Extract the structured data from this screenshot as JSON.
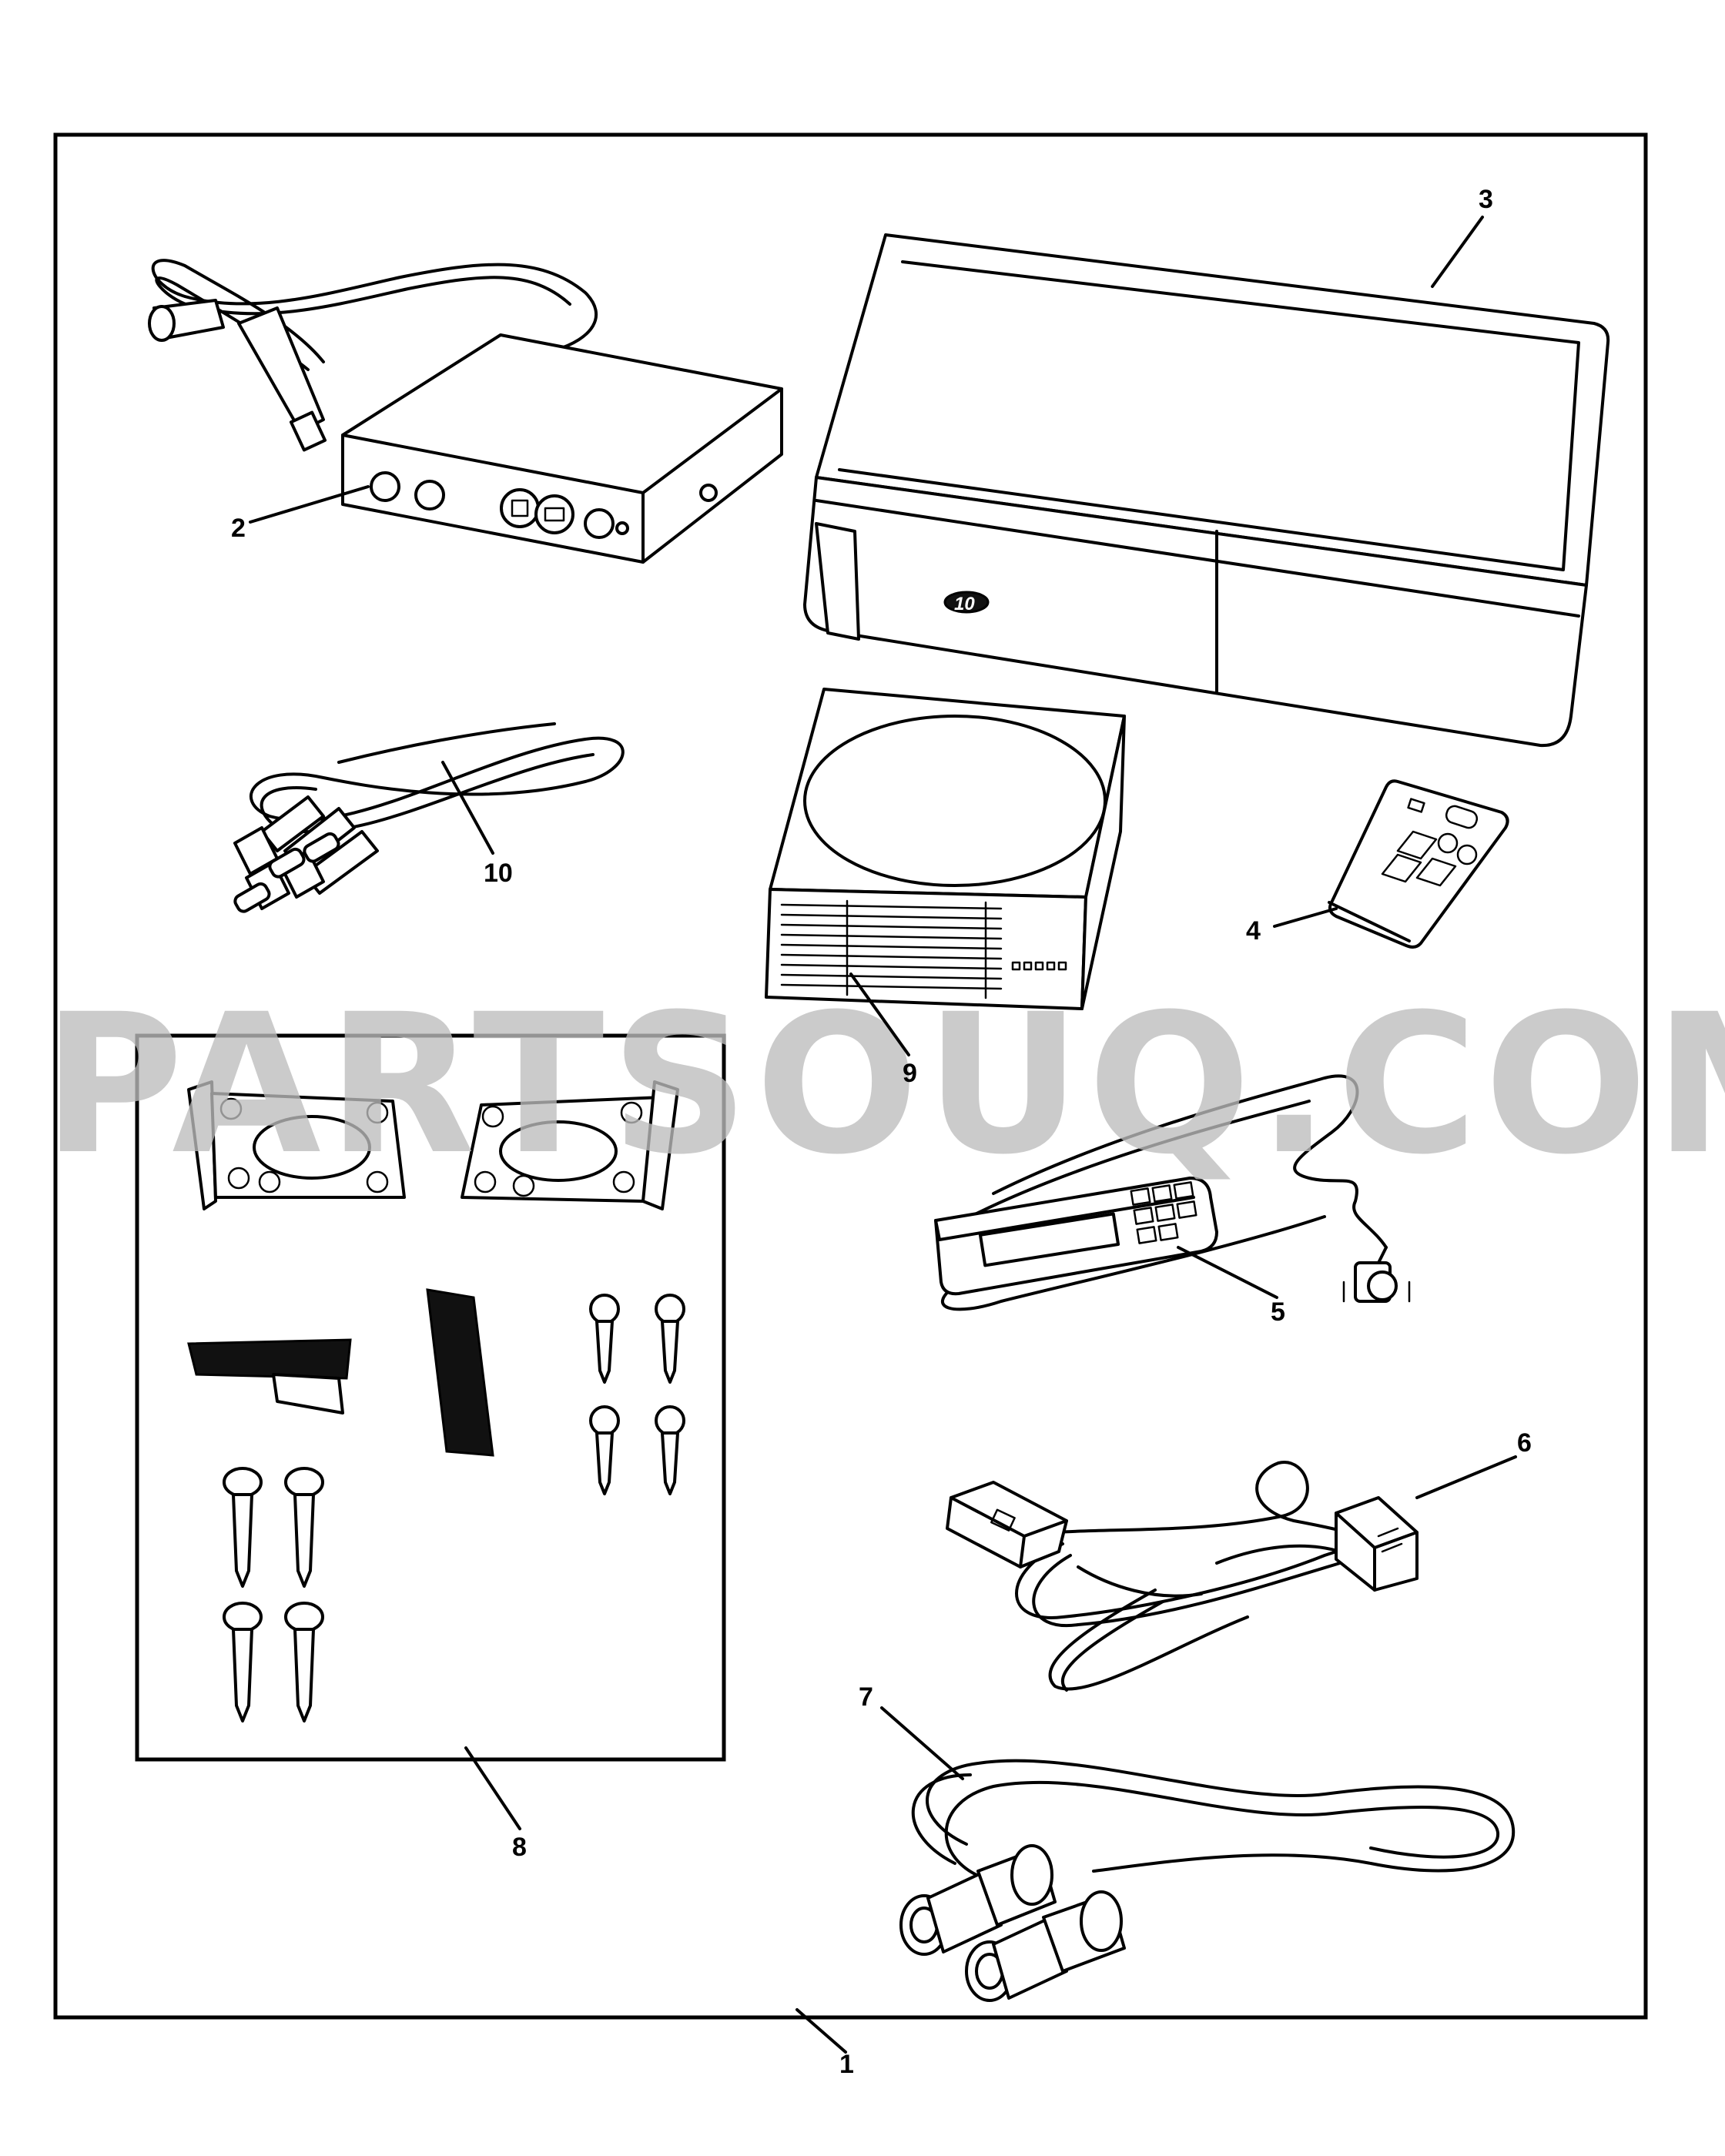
{
  "callouts": [
    {
      "id": "1",
      "label": "1"
    },
    {
      "id": "2",
      "label": "2"
    },
    {
      "id": "3",
      "label": "3"
    },
    {
      "id": "4",
      "label": "4"
    },
    {
      "id": "5",
      "label": "5"
    },
    {
      "id": "6",
      "label": "6"
    },
    {
      "id": "7",
      "label": "7"
    },
    {
      "id": "8",
      "label": "8"
    },
    {
      "id": "9",
      "label": "9"
    },
    {
      "id": "10",
      "label": "10"
    }
  ],
  "changer_badge": "10",
  "watermark": "PARTSOUQ.COM"
}
